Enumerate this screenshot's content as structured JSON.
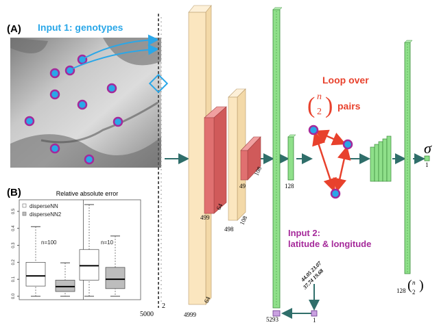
{
  "panel_a": {
    "label": "(A)",
    "input1_label": "Input 1: genotypes",
    "input_dims": {
      "rows": "5000",
      "cols": "2"
    }
  },
  "panel_b": {
    "label": "(B)",
    "title": "Relative absolute error",
    "legend": [
      "disperseNN",
      "disperseNN2"
    ],
    "groups": [
      "n=100",
      "n=10"
    ],
    "yticks": [
      "0.0",
      "0.1",
      "0.2",
      "0.3",
      "0.4",
      "0.5"
    ]
  },
  "chart_data": {
    "type": "box",
    "title": "Relative absolute error",
    "ylim": [
      0,
      0.54
    ],
    "groups": [
      "n=100",
      "n=10"
    ],
    "series": [
      {
        "name": "disperseNN",
        "color": "#ffffff",
        "boxes": [
          {
            "group": "n=100",
            "min": 0.0,
            "q1": 0.06,
            "median": 0.12,
            "q3": 0.2,
            "max": 0.41
          },
          {
            "group": "n=10",
            "min": 0.0,
            "q1": 0.095,
            "median": 0.18,
            "q3": 0.275,
            "max": 0.54
          }
        ]
      },
      {
        "name": "disperseNN2",
        "color": "#bdbdbd",
        "boxes": [
          {
            "group": "n=100",
            "min": 0.0,
            "q1": 0.028,
            "median": 0.057,
            "q3": 0.095,
            "max": 0.197
          },
          {
            "group": "n=10",
            "min": 0.0,
            "q1": 0.045,
            "median": 0.1,
            "q3": 0.17,
            "max": 0.355
          }
        ]
      }
    ]
  },
  "network": {
    "dims": {
      "conv1_len": "4999",
      "conv1_ch": "64",
      "pool1_len": "499",
      "pool1_ch": "64",
      "conv2_len": "498",
      "conv2_ch": "108",
      "pool2_len": "49",
      "pool2_ch": "108",
      "flat": "5293",
      "dense1": "128",
      "dense1_w": "1",
      "concat": "128",
      "output": "1",
      "loc_input": "1"
    },
    "loop_label": "Loop over",
    "binom_n": "n",
    "binom_k": "2",
    "pairs_label": "pairs",
    "sigma": "σ",
    "input2_line1": "Input 2:",
    "input2_line2": "latitude & longitude",
    "coords_line1": "44.05 23.07",
    "coords_line2": "37.74 19.68"
  },
  "colors": {
    "blue": "#2aa7e8",
    "red": "#e8412c",
    "purple": "#a5299a",
    "yellow": "#fbe6bf",
    "salmon": "#e07070",
    "green": "#8fe08a",
    "arrow": "#2f6e6a"
  }
}
